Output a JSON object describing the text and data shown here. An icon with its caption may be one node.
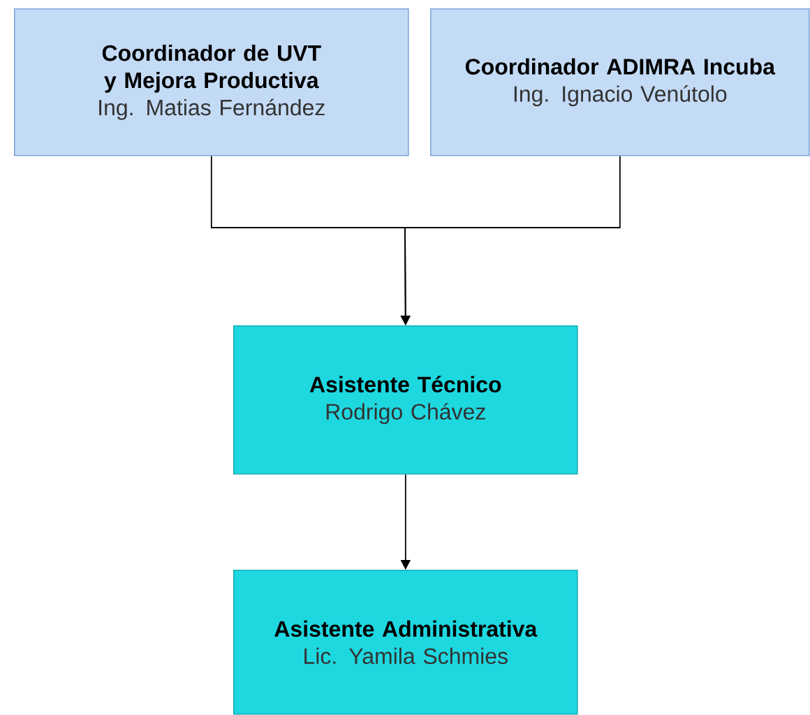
{
  "diagram": {
    "nodes": [
      {
        "text": [
          "Coordinador de UVT y Mejora Productiva",
          "Ing. Matias Fernández"
        ]
      },
      {
        "text": [
          "Coordinador ADIMRA Incuba",
          "Ing. Ignacio Venútolo"
        ]
      },
      {
        "text": [
          "Asistente Técnico",
          "Rodrigo Chávez"
        ]
      },
      {
        "text": [
          "Asistente Administrativa",
          "Lic. Yamila Schmies"
        ]
      }
    ],
    "edges": [
      {
        "from": 0,
        "to": 2,
        "arrow": "to"
      },
      {
        "from": 1,
        "to": 2,
        "arrow": "to"
      },
      {
        "from": 2,
        "to": 3,
        "arrow": "to"
      }
    ]
  }
}
